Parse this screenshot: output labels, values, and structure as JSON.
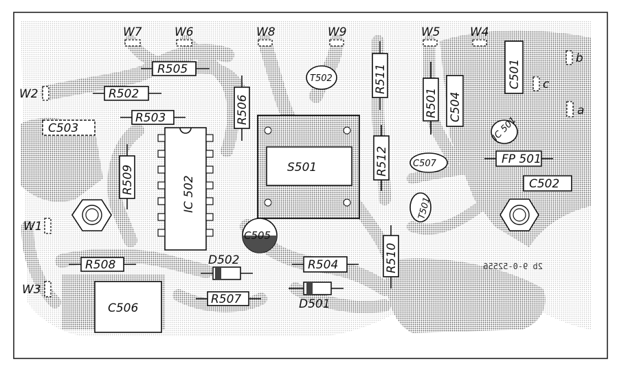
{
  "terminals": {
    "w1": "W1",
    "w2": "W2",
    "w3": "W3",
    "w4": "W4",
    "w5": "W5",
    "w6": "W6",
    "w7": "W7",
    "w8": "W8",
    "w9": "W9",
    "a": "a",
    "b": "b",
    "c": "c"
  },
  "components": {
    "r502": "R502",
    "r503": "R503",
    "r504": "R504",
    "r505": "R505",
    "r506": "R506",
    "r507": "R507",
    "r508": "R508",
    "r509": "R509",
    "r510": "R510",
    "r511": "R511",
    "r512": "R512",
    "r501": "R501",
    "c501": "C501",
    "c502": "C502",
    "c503": "C503",
    "c504": "C504",
    "c505": "C505",
    "c506": "C506",
    "c507": "C507",
    "t501": "T501",
    "t502": "T502",
    "ic501": "IC 501",
    "ic502": "IC 502",
    "s501": "S501",
    "fp501": "FP 501",
    "d501": "D501",
    "d502": "D502"
  },
  "board_number": "2b 9-0-52556"
}
